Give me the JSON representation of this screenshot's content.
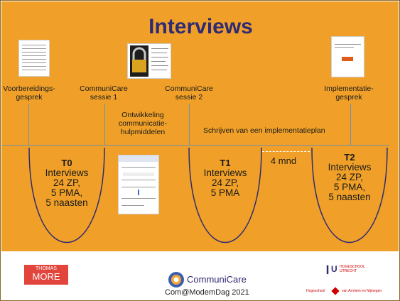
{
  "title": "Interviews",
  "timeline": {
    "labels": {
      "voorbereiding": [
        "Voorbereidings-",
        "gesprek"
      ],
      "sessie1": [
        "CommuniCare",
        "sessie 1"
      ],
      "sessie2": [
        "CommuniCare",
        "sessie 2"
      ],
      "implementatie": [
        "Implementatie-",
        "gesprek"
      ]
    },
    "ontwikkeling": [
      "Ontwikkeling",
      "communicatie-",
      "hulpmiddelen"
    ],
    "schrijven": "Schrijven van een implementatieplan",
    "interval": "4 mnd"
  },
  "phases": {
    "t0": {
      "code": "T0",
      "lines": [
        "Interviews",
        "24 ZP,",
        "5 PMA,",
        "5 naasten"
      ]
    },
    "t1": {
      "code": "T1",
      "lines": [
        "Interviews",
        "24 ZP,",
        "5 PMA"
      ]
    },
    "t2": {
      "code": "T2",
      "lines": [
        "Interviews",
        "24 ZP,",
        "5 PMA,",
        "5 naasten"
      ]
    }
  },
  "footer": {
    "thomas_more": [
      "THOMAS",
      "MORE"
    ],
    "communicare_logo": "CommuniCare",
    "event": "Com@ModemDag 2021",
    "hu": [
      "HOGESCHOOL",
      "UTRECHT"
    ],
    "han": [
      "Hogeschool",
      "van Arnhem en Nijmegen"
    ]
  },
  "colors": {
    "background": "#f0a028",
    "title": "#2e2a73",
    "line": "#6f8fb0"
  }
}
